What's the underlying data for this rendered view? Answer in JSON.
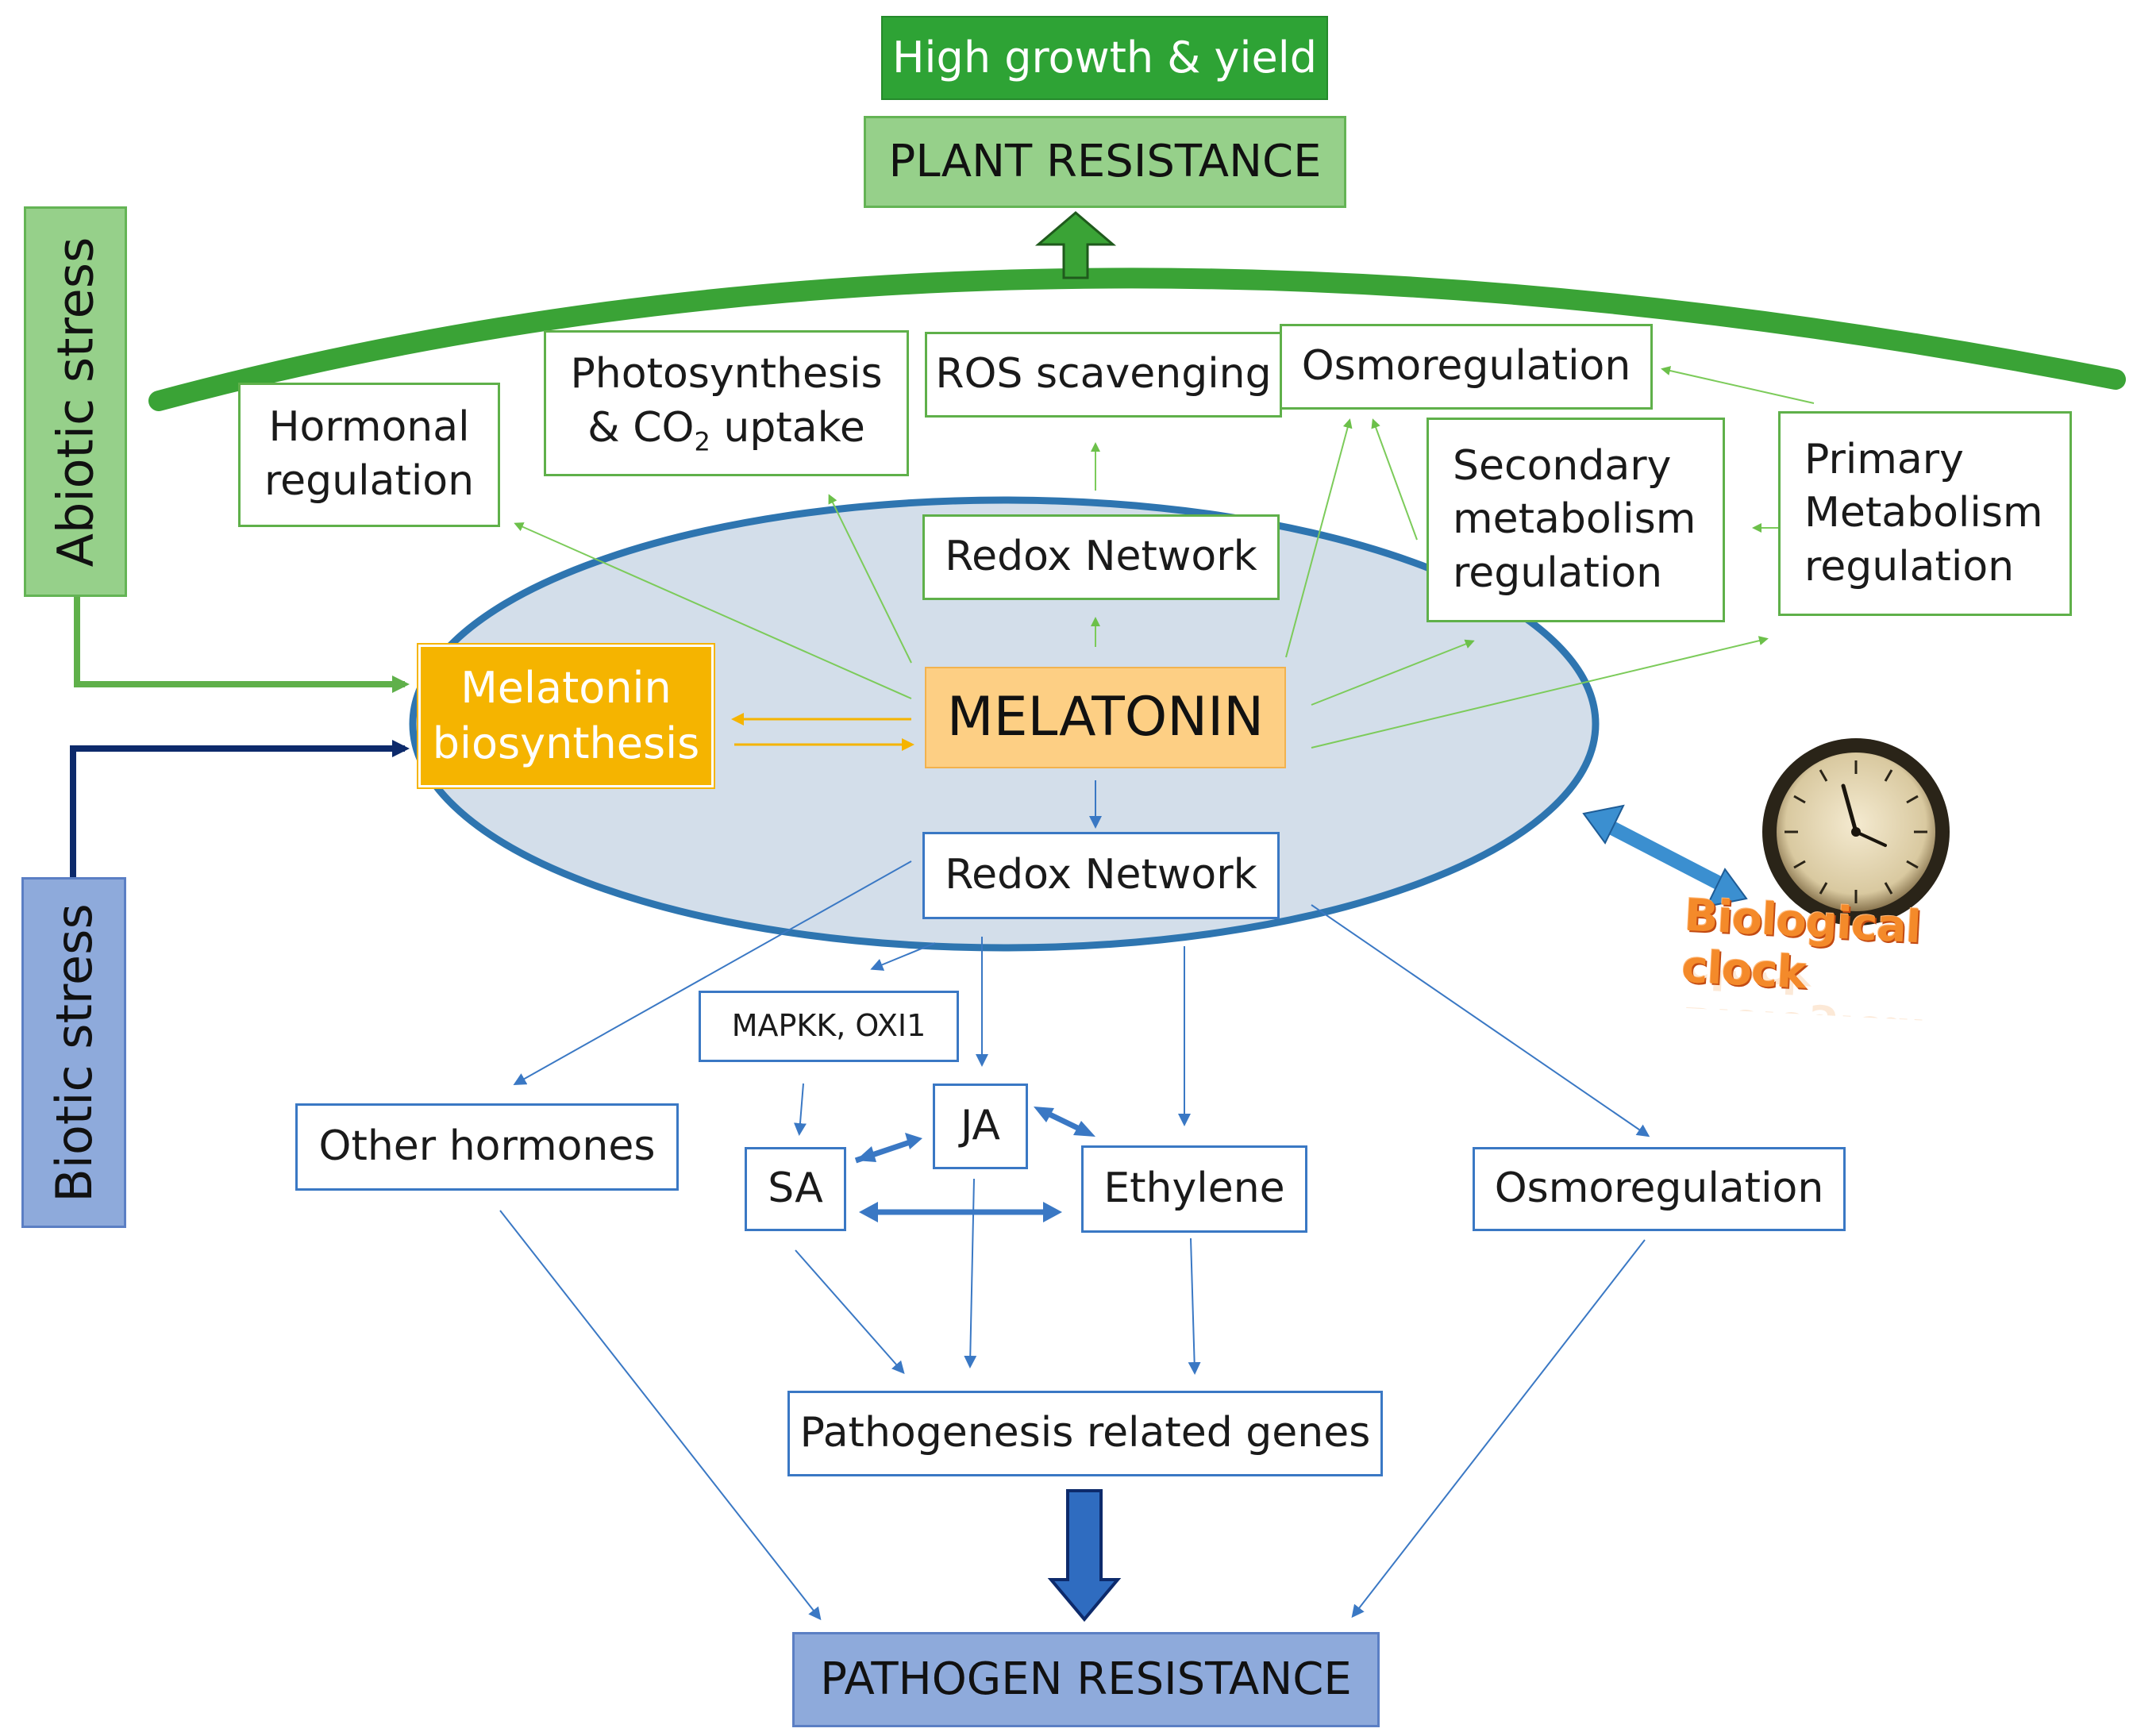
{
  "outcomes": {
    "growth": "High growth & yield",
    "plant_resistance": "PLANT RESISTANCE",
    "pathogen_resistance": "PATHOGEN RESISTANCE"
  },
  "stresses": {
    "abiotic": "Abiotic stress",
    "biotic": "Biotic stress"
  },
  "center": {
    "melatonin": "MELATONIN",
    "biosynthesis_l1": "Melatonin",
    "biosynthesis_l2": "biosynthesis"
  },
  "abiotic_effects": {
    "hormonal_l1": "Hormonal",
    "hormonal_l2": "regulation",
    "photo_l1": "Photosynthesis",
    "photo_l2_pre": "& CO",
    "photo_l2_sub": "2",
    "photo_l2_post": " uptake",
    "ros": "ROS scavenging",
    "osmo": "Osmoregulation",
    "secondary_l1": "Secondary",
    "secondary_l2": "metabolism",
    "secondary_l3": "regulation",
    "primary_l1": "Primary",
    "primary_l2": "Metabolism",
    "primary_l3": "regulation",
    "redox": "Redox Network"
  },
  "biotic_effects": {
    "redox": "Redox Network",
    "mapkk": "MAPKK, OXI1",
    "ja": "JA",
    "sa": "SA",
    "ethylene": "Ethylene",
    "other_hormones": "Other hormones",
    "osmo": "Osmoregulation",
    "pr_genes": "Pathogenesis related genes"
  },
  "clock": {
    "label": "Biological clock"
  },
  "colors": {
    "green": "#5fb04a",
    "green_dark": "#3aa336",
    "blue": "#3a78c4",
    "navy": "#0d2a6b",
    "orange": "#f5b400",
    "ellipse_fill": "#d3deea",
    "ellipse_stroke": "#2e75b0"
  }
}
